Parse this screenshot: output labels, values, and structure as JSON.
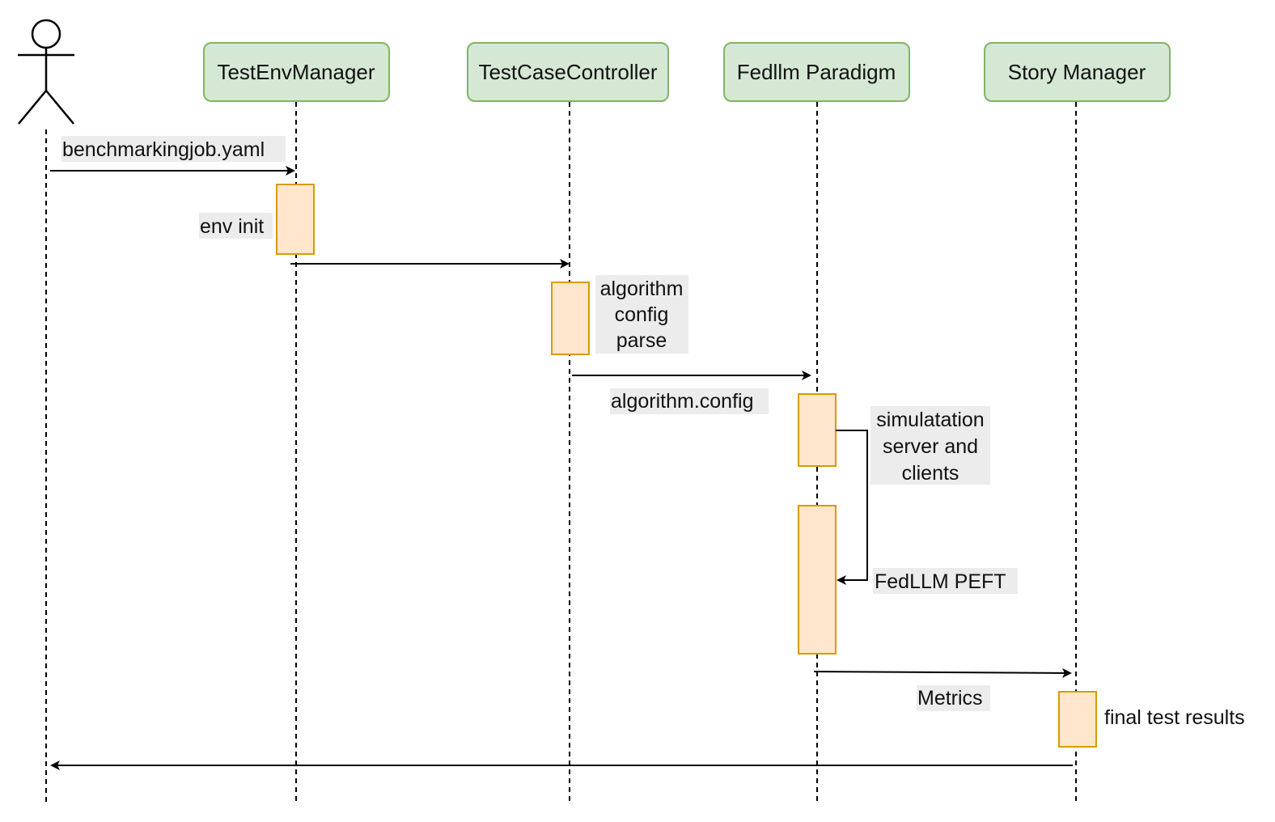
{
  "colors": {
    "participant_fill": "#d5e8d4",
    "participant_stroke": "#82b366",
    "activation_fill": "#ffe6cc",
    "activation_stroke": "#d79b00",
    "line": "#000000",
    "label_bg": "#ececec"
  },
  "actor": {
    "icon": "stick-figure-actor-icon"
  },
  "participants": [
    {
      "label": "TestEnvManager"
    },
    {
      "label": "TestCaseController"
    },
    {
      "label": "Fedllm Paradigm"
    },
    {
      "label": "Story Manager"
    }
  ],
  "messages": {
    "benchmark": "benchmarkingjob.yaml",
    "env_init": "env init",
    "algo_parse": [
      "algorithm",
      "config",
      "parse"
    ],
    "algo_config": "algorithm.config",
    "simulation": [
      "simulatation",
      "server and",
      "clients"
    ],
    "peft": "FedLLM PEFT",
    "metrics": "Metrics",
    "final": "final test results"
  }
}
